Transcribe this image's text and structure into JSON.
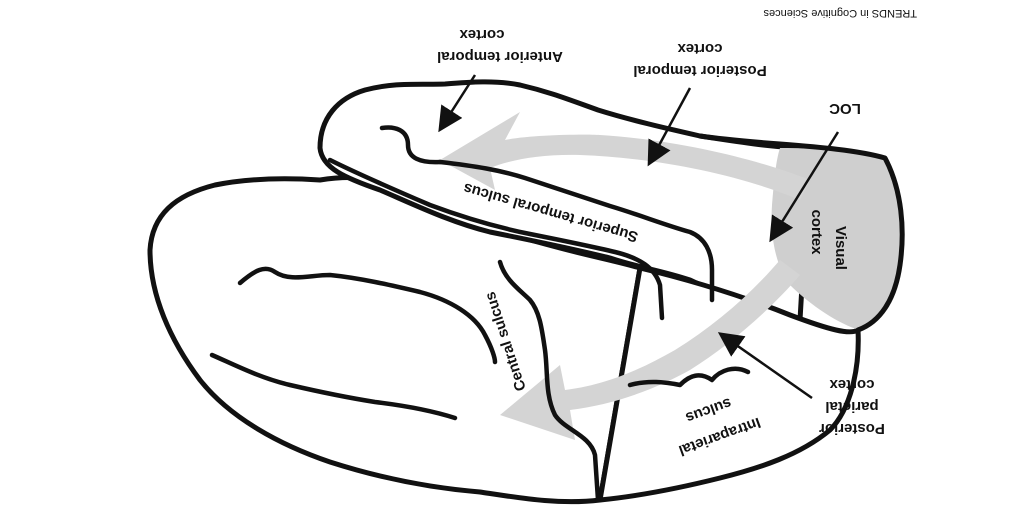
{
  "source_credit": "TRENDS in Cognitive Sciences",
  "labels": {
    "anterior_temporal_1": "Anterior temporal",
    "anterior_temporal_2": "cortex",
    "posterior_temporal_1": "Posterior temporal",
    "posterior_temporal_2": "cortex",
    "loc": "LOC",
    "visual_1": "Visual",
    "visual_2": "cortex",
    "superior_temporal_sulcus": "Superior temporal sulcus",
    "central_sulcus": "Central sulcus",
    "intraparietal_1": "Intraparietal",
    "intraparietal_2": "sulcus",
    "posterior_parietal_1": "Posterior",
    "posterior_parietal_2": "parietal",
    "posterior_parietal_3": "cortex"
  },
  "colors": {
    "outline": "#111111",
    "visual_cortex_fill": "#cfcfcf",
    "pathway_arrow": "#d4d4d4",
    "background": "#ffffff"
  }
}
